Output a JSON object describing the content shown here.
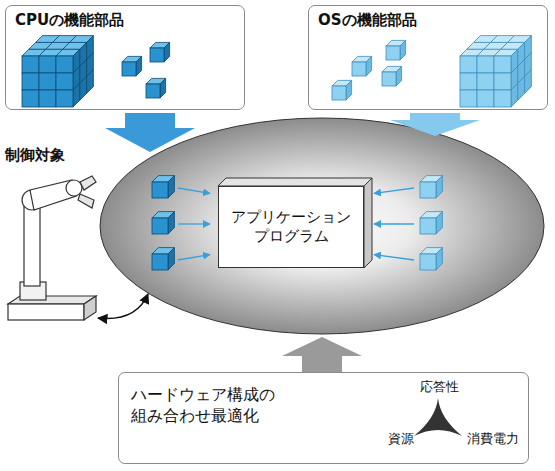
{
  "diagram": {
    "nodes": [
      {
        "text": [
          "CPUの機能部品"
        ]
      },
      {
        "text": [
          "OSの機能部品"
        ]
      },
      {
        "text": [
          "アプリケーション プログラム"
        ]
      },
      {
        "text": [
          "ハードウェア構成の 組み合わせ最適化",
          "応答性",
          "資源",
          "消費電力"
        ]
      }
    ],
    "labels": [
      "制御対象"
    ]
  }
}
